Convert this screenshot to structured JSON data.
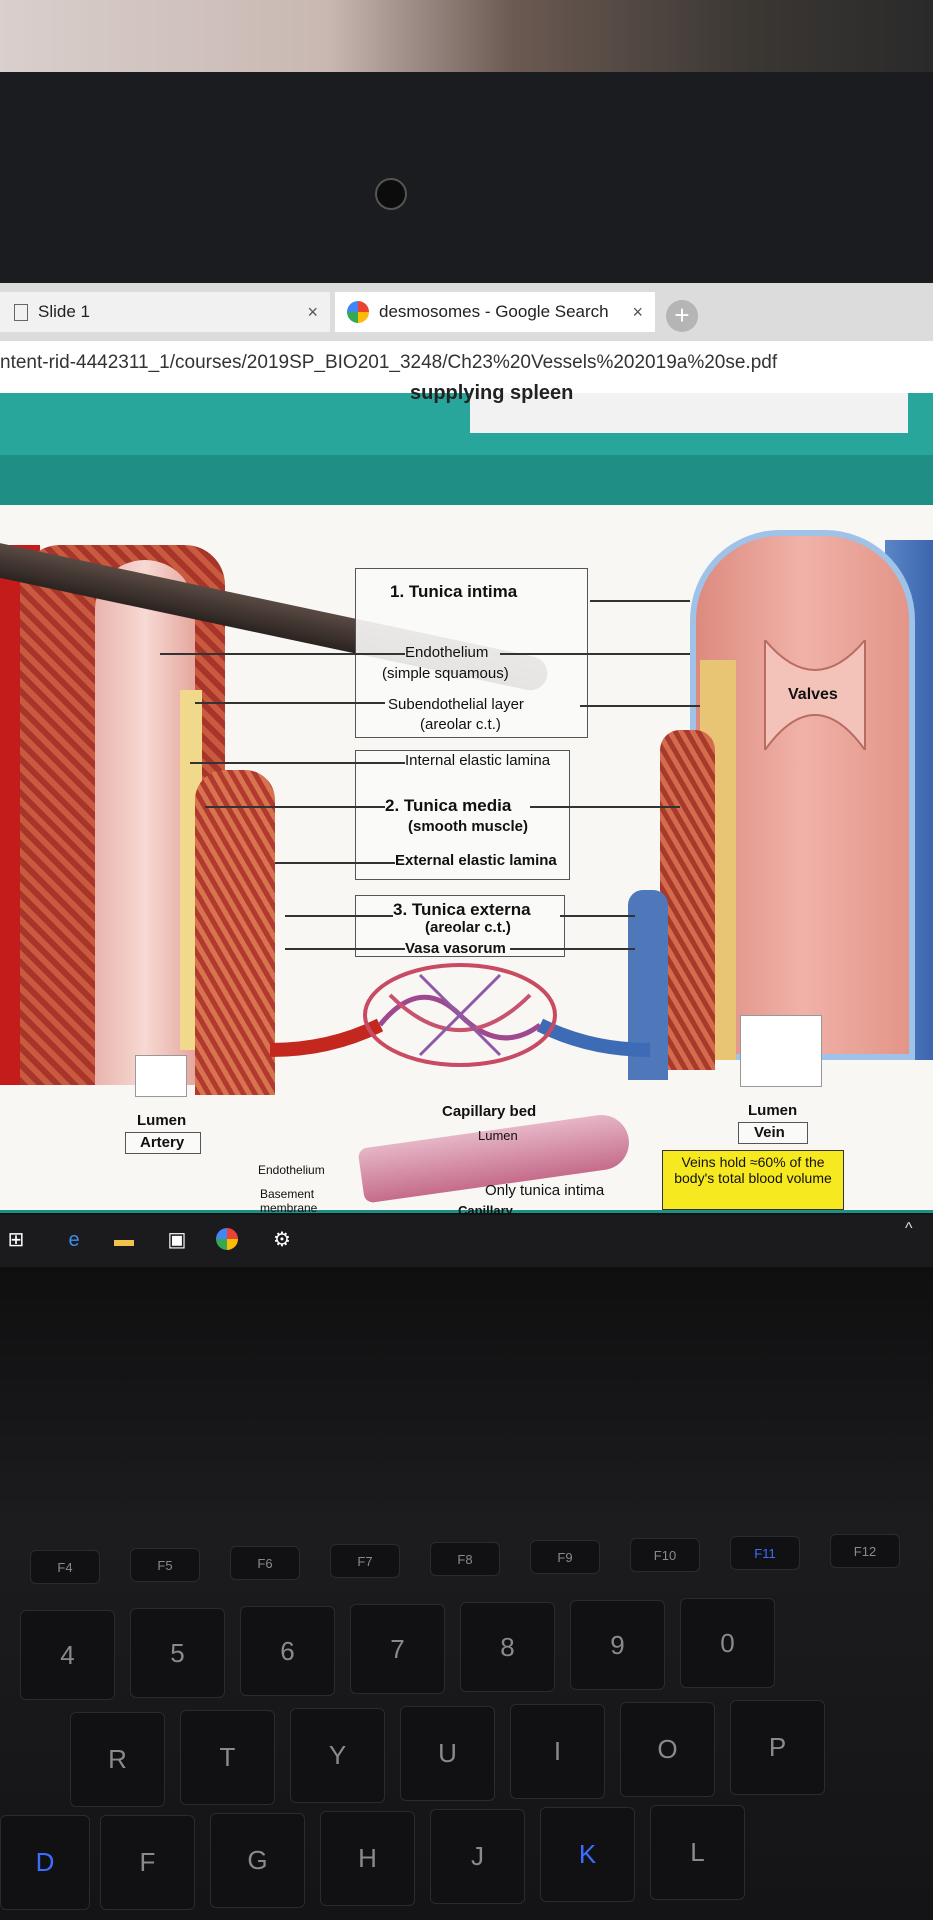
{
  "browser": {
    "tabs": [
      {
        "label": "Slide 1",
        "close": "×"
      },
      {
        "label": "desmosomes - Google Search",
        "close": "×"
      }
    ],
    "new_tab": "+",
    "url": "ntent-rid-4442311_1/courses/2019SP_BIO201_3248/Ch23%20Vessels%202019a%20se.pdf"
  },
  "previous_slide": {
    "text": "supplying spleen"
  },
  "diagram": {
    "tunica_intima": "1. Tunica intima",
    "endothelium": "Endothelium",
    "simple_squamous": "(simple squamous)",
    "subendothelial": "Subendothelial layer",
    "areolar_ct_1": "(areolar c.t.)",
    "internal_elastic": "Internal elastic lamina",
    "tunica_media": "2. Tunica media",
    "smooth_muscle": "(smooth muscle)",
    "external_elastic": "External elastic lamina",
    "tunica_externa": "3. Tunica externa",
    "areolar_ct_2": "(areolar c.t.)",
    "vasa_vasorum": "Vasa vasorum",
    "valves": "Valves",
    "lumen_artery": "Lumen",
    "artery": "Artery",
    "lumen_vein": "Lumen",
    "vein": "Vein",
    "capillary_bed": "Capillary bed",
    "lumen_capillary": "Lumen",
    "capillary": "Capillary",
    "endothelium_cap": "Endothelium",
    "basement": "Basement",
    "membrane": "membrane",
    "only_tunica_intima": "Only tunica intima",
    "veins_note": "Veins hold ≈60% of the body's total blood volume"
  },
  "taskbar": {
    "icons": [
      "task-view-icon",
      "edge-icon",
      "file-explorer-icon",
      "store-icon",
      "chrome-icon",
      "settings-icon"
    ],
    "chevron": "^"
  },
  "keyboard": {
    "fkeys": [
      "F4",
      "F5",
      "F6",
      "F7",
      "F8",
      "F9",
      "F10",
      "F11",
      "F12"
    ],
    "numbers": [
      "4",
      "5",
      "6",
      "7",
      "8",
      "9",
      "0"
    ],
    "row_qwerty": [
      "R",
      "T",
      "Y",
      "U",
      "I",
      "O",
      "P"
    ],
    "row_home": [
      "D",
      "F",
      "G",
      "H",
      "J",
      "K",
      "L"
    ]
  }
}
